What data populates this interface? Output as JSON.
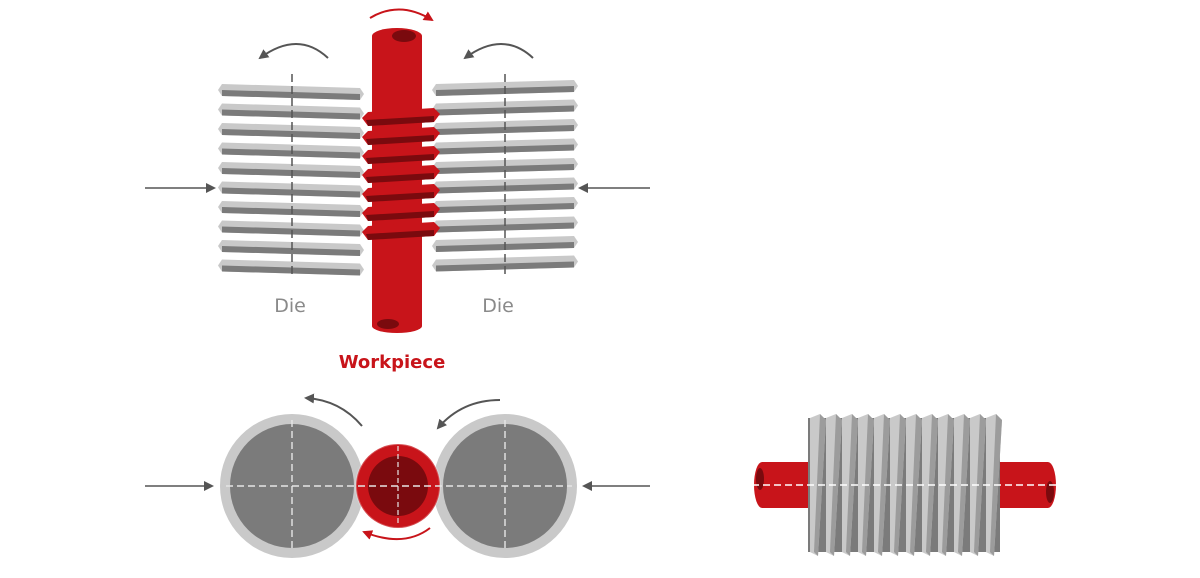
{
  "labels": {
    "die_left": "Die",
    "die_right": "Die",
    "workpiece": "Workpiece"
  },
  "colors": {
    "workpiece_red": "#c8141a",
    "workpiece_dark": "#7a0a0e",
    "die_light": "#c9c9c9",
    "die_dark": "#7b7b7b",
    "arrow": "#555555"
  }
}
